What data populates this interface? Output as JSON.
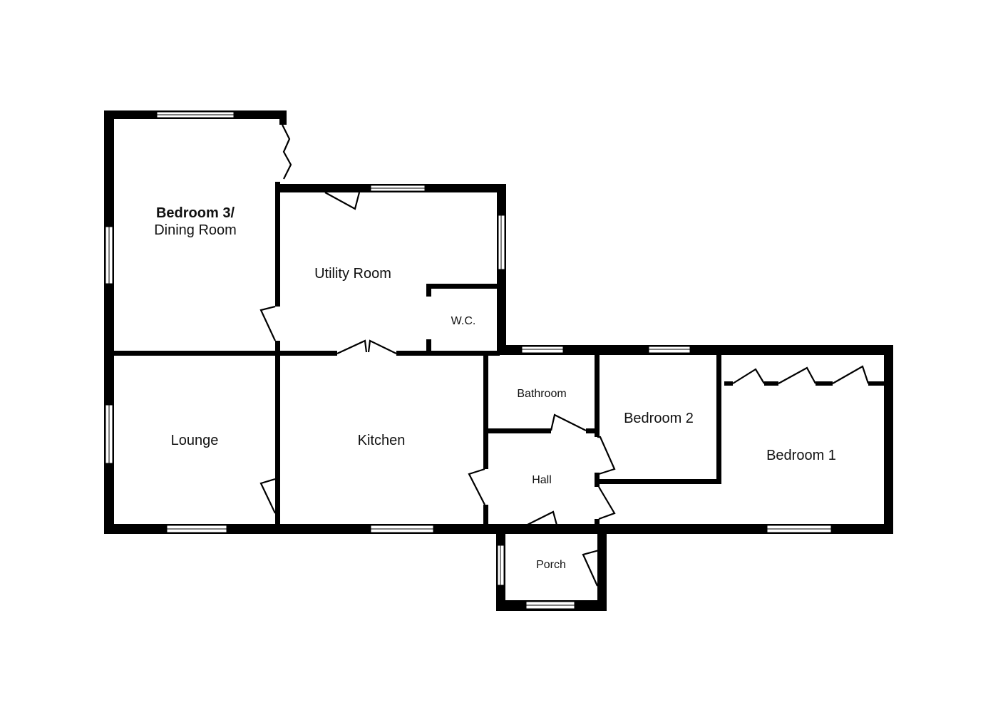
{
  "rooms": {
    "bedroom3_line1": "Bedroom 3/",
    "bedroom3_line2": "Dining Room",
    "utility": "Utility Room",
    "wc": "W.C.",
    "lounge": "Lounge",
    "kitchen": "Kitchen",
    "bathroom": "Bathroom",
    "hall": "Hall",
    "bedroom2": "Bedroom 2",
    "bedroom1": "Bedroom 1",
    "porch": "Porch"
  },
  "colors": {
    "wall": "#000000",
    "background": "#ffffff"
  }
}
